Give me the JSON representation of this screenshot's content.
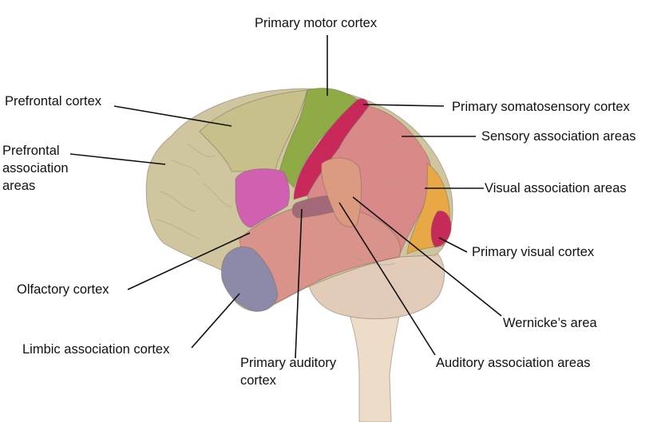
{
  "labels": {
    "primary_motor_cortex": "Primary motor cortex",
    "prefrontal_cortex": "Prefrontal cortex",
    "primary_somatosensory_cortex": "Primary somatosensory cortex",
    "sensory_association_areas": "Sensory association areas",
    "prefrontal_association_areas": [
      "Prefrontal",
      "association",
      "areas"
    ],
    "visual_association_areas": "Visual association areas",
    "primary_visual_cortex": "Primary visual cortex",
    "olfactory_cortex": "Olfactory cortex",
    "wernickes_area": "Wernicke’s area",
    "limbic_association_cortex": "Limbic association cortex",
    "primary_auditory_cortex": [
      "Primary auditory",
      "cortex"
    ],
    "auditory_association_areas": "Auditory association areas"
  },
  "colors": {
    "prefrontal": "#c8c08a",
    "prefrontal_association": "#cfc6a0",
    "motor": "#8fab45",
    "somatosensory": "#c8285a",
    "sensory_association": "#d98a88",
    "visual_association": "#e8a845",
    "primary_visual": "#c62a58",
    "olfactory": "#d060b0",
    "limbic": "#8c8aa8",
    "temporal": "#d9938a",
    "auditory_primary": "#a26a78",
    "wernicke": "#dc9a80",
    "cerebellum": "#e2cbb8",
    "brainstem": "#ecdcc8",
    "leader_line": "#111111"
  }
}
